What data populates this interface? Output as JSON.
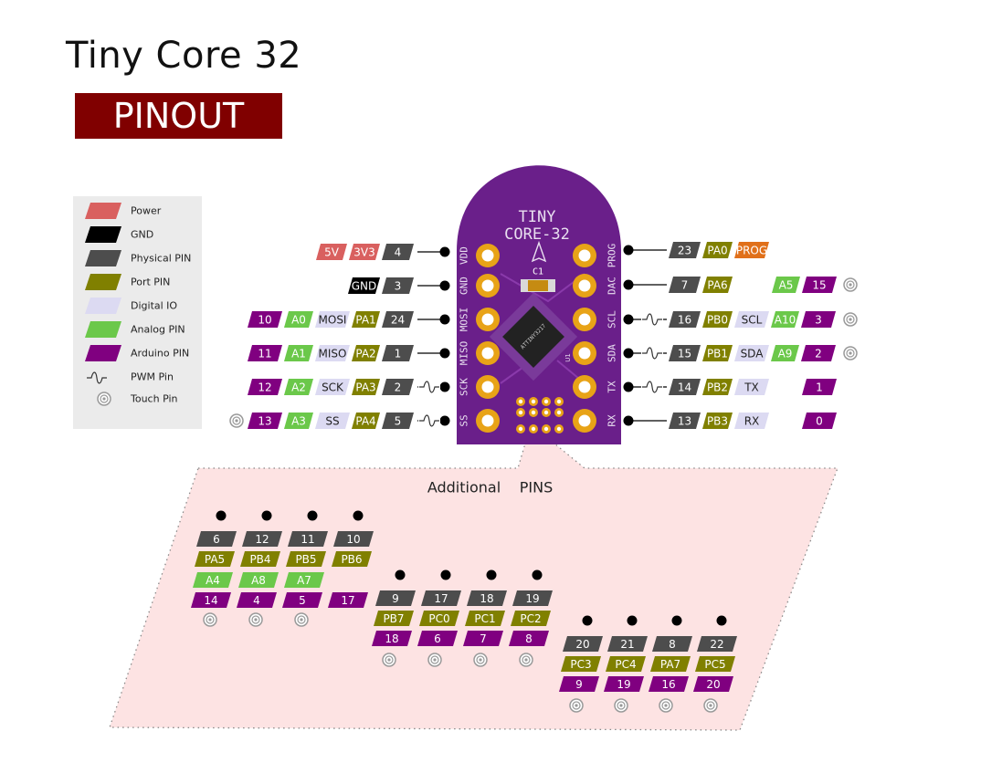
{
  "title": "Tiny Core 32",
  "subtitle": "PINOUT",
  "colors": {
    "power": "#d9605f",
    "gnd": "#000000",
    "physical": "#4d4d4d",
    "port": "#808000",
    "digital": "#dcdaf2",
    "analog": "#6bc84a",
    "arduino": "#800080",
    "prog": "#e0701a",
    "board": "#6a1f8a",
    "pad": "#e8a317",
    "additional_bg": "#fde3e3"
  },
  "legend": [
    {
      "label": "Power",
      "type": "power"
    },
    {
      "label": "GND",
      "type": "gnd"
    },
    {
      "label": "Physical PIN",
      "type": "physical"
    },
    {
      "label": "Port PIN",
      "type": "port"
    },
    {
      "label": "Digital IO",
      "type": "digital"
    },
    {
      "label": "Analog PIN",
      "type": "analog"
    },
    {
      "label": "Arduino PIN",
      "type": "arduino"
    },
    {
      "label": "PWM Pin",
      "type": "pwm"
    },
    {
      "label": "Touch Pin",
      "type": "touch"
    }
  ],
  "board": {
    "name_line1": "TINY",
    "name_line2": "CORE-32",
    "cap_label": "C1",
    "chip_label": "ATTINY3217",
    "u_label": "U1",
    "left_silk": [
      "VDD",
      "GND",
      "MOSI",
      "MISO",
      "SCK",
      "SS"
    ],
    "right_silk": [
      "PROG",
      "DAC",
      "SCL",
      "SDA",
      "TX",
      "RX"
    ]
  },
  "left_rows": [
    {
      "touch": false,
      "pwm": false,
      "labels": [
        {
          "t": "5V",
          "type": "power"
        },
        {
          "t": "3V3",
          "type": "power"
        },
        {
          "t": "4",
          "type": "physical"
        }
      ]
    },
    {
      "touch": false,
      "pwm": false,
      "labels": [
        {
          "t": "GND",
          "type": "gnd"
        },
        {
          "t": "3",
          "type": "physical"
        }
      ]
    },
    {
      "touch": false,
      "pwm": false,
      "labels": [
        {
          "t": "10",
          "type": "arduino"
        },
        {
          "t": "A0",
          "type": "analog"
        },
        {
          "t": "MOSI",
          "type": "digital"
        },
        {
          "t": "PA1",
          "type": "port"
        },
        {
          "t": "24",
          "type": "physical"
        }
      ]
    },
    {
      "touch": false,
      "pwm": false,
      "labels": [
        {
          "t": "11",
          "type": "arduino"
        },
        {
          "t": "A1",
          "type": "analog"
        },
        {
          "t": "MISO",
          "type": "digital"
        },
        {
          "t": "PA2",
          "type": "port"
        },
        {
          "t": "1",
          "type": "physical"
        }
      ]
    },
    {
      "touch": false,
      "pwm": true,
      "labels": [
        {
          "t": "12",
          "type": "arduino"
        },
        {
          "t": "A2",
          "type": "analog"
        },
        {
          "t": "SCK",
          "type": "digital"
        },
        {
          "t": "PA3",
          "type": "port"
        },
        {
          "t": "2",
          "type": "physical"
        }
      ]
    },
    {
      "touch": true,
      "pwm": true,
      "labels": [
        {
          "t": "13",
          "type": "arduino"
        },
        {
          "t": "A3",
          "type": "analog"
        },
        {
          "t": "SS",
          "type": "digital"
        },
        {
          "t": "PA4",
          "type": "port"
        },
        {
          "t": "5",
          "type": "physical"
        }
      ]
    }
  ],
  "right_rows": [
    {
      "touch": false,
      "pwm": false,
      "labels": [
        {
          "t": "23",
          "type": "physical"
        },
        {
          "t": "PA0",
          "type": "port"
        },
        {
          "t": "PROG",
          "type": "prog"
        }
      ],
      "extra": []
    },
    {
      "touch": true,
      "pwm": false,
      "labels": [
        {
          "t": "7",
          "type": "physical"
        },
        {
          "t": "PA6",
          "type": "port"
        }
      ],
      "extra": [
        {
          "t": "A5",
          "type": "analog"
        },
        {
          "t": "15",
          "type": "arduino"
        }
      ]
    },
    {
      "touch": true,
      "pwm": true,
      "labels": [
        {
          "t": "16",
          "type": "physical"
        },
        {
          "t": "PB0",
          "type": "port"
        },
        {
          "t": "SCL",
          "type": "digital"
        },
        {
          "t": "A10",
          "type": "analog"
        },
        {
          "t": "3",
          "type": "arduino"
        }
      ],
      "extra": []
    },
    {
      "touch": true,
      "pwm": true,
      "labels": [
        {
          "t": "15",
          "type": "physical"
        },
        {
          "t": "PB1",
          "type": "port"
        },
        {
          "t": "SDA",
          "type": "digital"
        },
        {
          "t": "A9",
          "type": "analog"
        },
        {
          "t": "2",
          "type": "arduino"
        }
      ],
      "extra": []
    },
    {
      "touch": false,
      "pwm": true,
      "labels": [
        {
          "t": "14",
          "type": "physical"
        },
        {
          "t": "PB2",
          "type": "port"
        },
        {
          "t": "TX",
          "type": "digital"
        }
      ],
      "extra": [
        {
          "t": "1",
          "type": "arduino"
        }
      ]
    },
    {
      "touch": false,
      "pwm": false,
      "labels": [
        {
          "t": "13",
          "type": "physical"
        },
        {
          "t": "PB3",
          "type": "port"
        },
        {
          "t": "RX",
          "type": "digital"
        }
      ],
      "extra": [
        {
          "t": "0",
          "type": "arduino"
        }
      ]
    }
  ],
  "additional": {
    "title_word1": "Additional",
    "title_word2": "PINS",
    "groups": [
      {
        "cols": [
          {
            "labels": [
              {
                "t": "6",
                "type": "physical"
              },
              {
                "t": "PA5",
                "type": "port"
              },
              {
                "t": "A4",
                "type": "analog"
              },
              {
                "t": "14",
                "type": "arduino"
              }
            ],
            "touch": true
          },
          {
            "labels": [
              {
                "t": "12",
                "type": "physical"
              },
              {
                "t": "PB4",
                "type": "port"
              },
              {
                "t": "A8",
                "type": "analog"
              },
              {
                "t": "4",
                "type": "arduino"
              }
            ],
            "touch": true
          },
          {
            "labels": [
              {
                "t": "11",
                "type": "physical"
              },
              {
                "t": "PB5",
                "type": "port"
              },
              {
                "t": "A7",
                "type": "analog"
              },
              {
                "t": "5",
                "type": "arduino"
              }
            ],
            "touch": true
          },
          {
            "labels": [
              {
                "t": "10",
                "type": "physical"
              },
              {
                "t": "PB6",
                "type": "port"
              },
              {
                "t": "",
                "type": "none"
              },
              {
                "t": "17",
                "type": "arduino"
              }
            ],
            "touch": false
          }
        ]
      },
      {
        "cols": [
          {
            "labels": [
              {
                "t": "9",
                "type": "physical"
              },
              {
                "t": "PB7",
                "type": "port"
              },
              {
                "t": "18",
                "type": "arduino"
              }
            ],
            "touch": true
          },
          {
            "labels": [
              {
                "t": "17",
                "type": "physical"
              },
              {
                "t": "PC0",
                "type": "port"
              },
              {
                "t": "6",
                "type": "arduino"
              }
            ],
            "touch": true
          },
          {
            "labels": [
              {
                "t": "18",
                "type": "physical"
              },
              {
                "t": "PC1",
                "type": "port"
              },
              {
                "t": "7",
                "type": "arduino"
              }
            ],
            "touch": true
          },
          {
            "labels": [
              {
                "t": "19",
                "type": "physical"
              },
              {
                "t": "PC2",
                "type": "port"
              },
              {
                "t": "8",
                "type": "arduino"
              }
            ],
            "touch": true
          }
        ]
      },
      {
        "cols": [
          {
            "labels": [
              {
                "t": "20",
                "type": "physical"
              },
              {
                "t": "PC3",
                "type": "port"
              },
              {
                "t": "9",
                "type": "arduino"
              }
            ],
            "touch": true
          },
          {
            "labels": [
              {
                "t": "21",
                "type": "physical"
              },
              {
                "t": "PC4",
                "type": "port"
              },
              {
                "t": "19",
                "type": "arduino"
              }
            ],
            "touch": true
          },
          {
            "labels": [
              {
                "t": "8",
                "type": "physical"
              },
              {
                "t": "PA7",
                "type": "port"
              },
              {
                "t": "16",
                "type": "arduino"
              }
            ],
            "touch": true
          },
          {
            "labels": [
              {
                "t": "22",
                "type": "physical"
              },
              {
                "t": "PC5",
                "type": "port"
              },
              {
                "t": "20",
                "type": "arduino"
              }
            ],
            "touch": true
          }
        ]
      }
    ]
  }
}
